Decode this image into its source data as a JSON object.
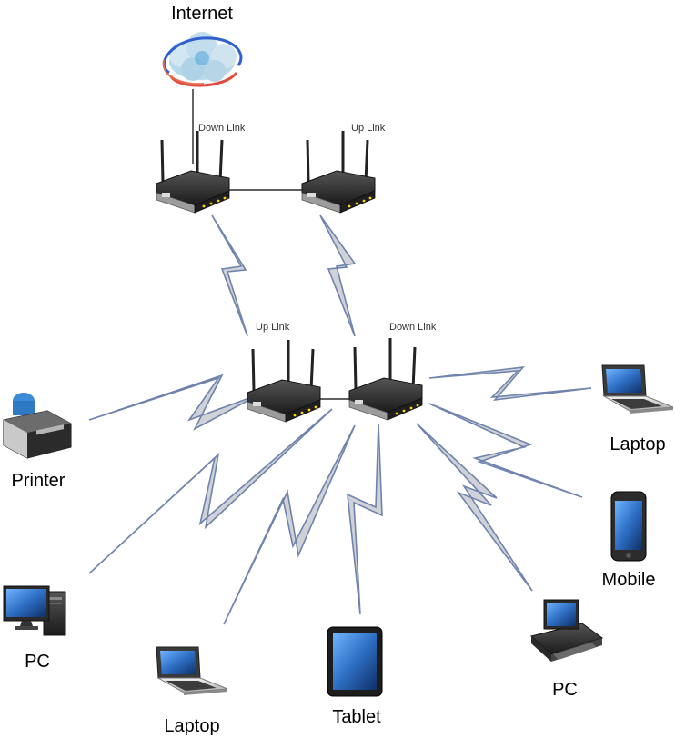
{
  "nodes": {
    "internet": "Internet",
    "printer": "Printer",
    "pc_left": "PC",
    "laptop_bottom": "Laptop",
    "tablet": "Tablet",
    "pc_right": "PC",
    "mobile": "Mobile",
    "laptop_right": "Laptop"
  },
  "links": {
    "top_left_router": "Down Link",
    "top_right_router": "Up Link",
    "bottom_left_router": "Up Link",
    "bottom_right_router": "Down Link"
  },
  "colors": {
    "bolt_fill": "#cfd3d8",
    "bolt_stroke": "#6f83ad",
    "router_body": "#2b2b2b",
    "screen_blue": "#2e6fc4"
  }
}
